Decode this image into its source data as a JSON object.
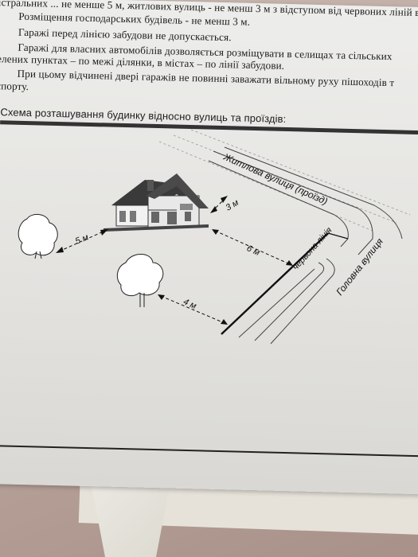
{
  "text": {
    "line1": "істральних ... не менше 5 м, житлових вулиць - не менш 3 м з відступом від червоних ліній вулиць автомашин.",
    "line2": "Розміщення господарських будівель - не менш 3 м.",
    "line3": "Гаражі для власних автомобілів дозволяється розміщувати в селищах та сільських",
    "line3b": "Гаражі перед лінією забудови не допускається.",
    "line4": "елених пунктах – по межі ділянки, в містах – по лінії забудови.",
    "line5": "При цьому відчинені двері гаражів не повинні заважати вільному руху пішоходів т",
    "line6": "спорту."
  },
  "section": {
    "caption": "Схема розташування будинку відносно вулиць та проїздів:"
  },
  "diagram": {
    "street_residential": "Житлова вулиця (проїзд)",
    "street_main": "Головна вулиця",
    "red_line": "червона лінія",
    "dist_house_street": "3 м",
    "dist_tree_house": "5 м",
    "dist_house_redline": "6 м",
    "dist_tree_redline": "4 м"
  }
}
